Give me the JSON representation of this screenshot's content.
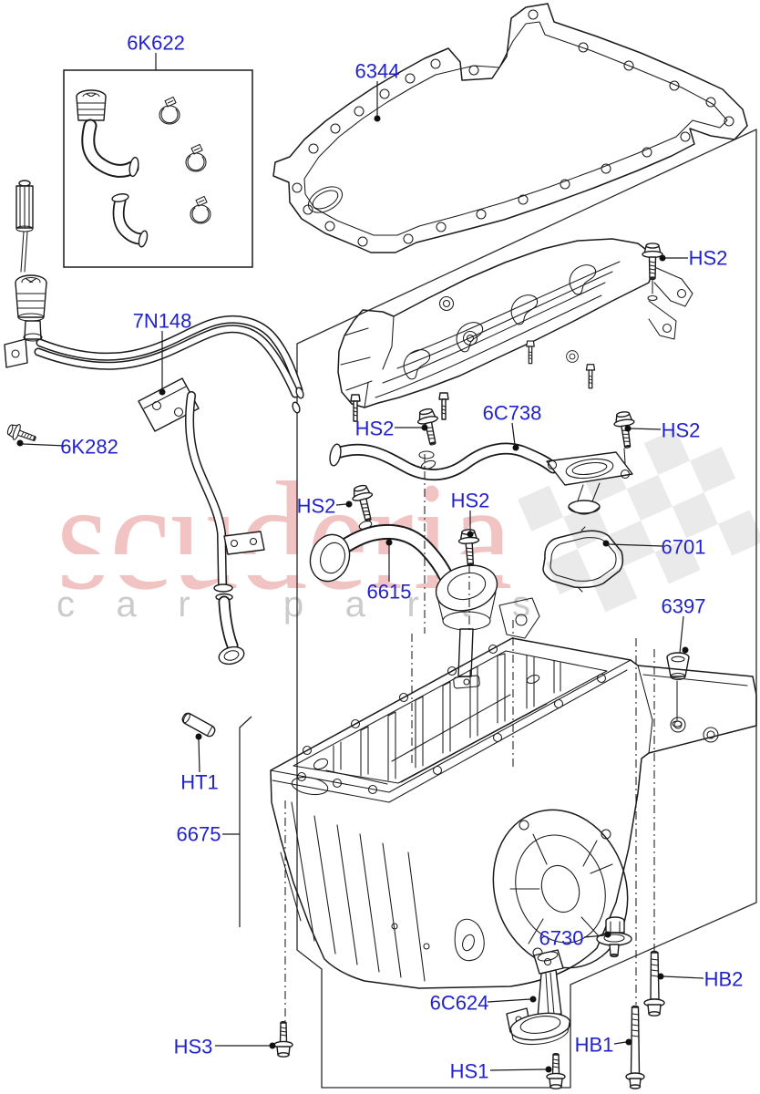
{
  "page": {
    "background": "#ffffff"
  },
  "colors": {
    "label_blue": "#2222cc",
    "line_black": "#1a1a1a",
    "watermark_pink": "#e89c9c",
    "watermark_gray": "#c6c6c6",
    "checker_gray": "#d9d9d9"
  },
  "watermark": {
    "brand": "scuderia",
    "tagline": "car parts"
  },
  "callouts": {
    "kit_6k622": {
      "label": "6K622"
    },
    "gasket_6344": {
      "label": "6344"
    },
    "tubes_7n148": {
      "label": "7N148"
    },
    "bolt_6k282": {
      "label": "6K282"
    },
    "hs2": {
      "label": "HS2"
    },
    "pickup_6c738": {
      "label": "6C738"
    },
    "tube_6615": {
      "label": "6615"
    },
    "gasket_6701": {
      "label": "6701"
    },
    "plug_6397": {
      "label": "6397"
    },
    "pin_ht1": {
      "label": "HT1"
    },
    "pan_6675": {
      "label": "6675"
    },
    "bolt_hs3": {
      "label": "HS3"
    },
    "plug_6730": {
      "label": "6730"
    },
    "sensor_6c624": {
      "label": "6C624"
    },
    "bolt_hs1": {
      "label": "HS1"
    },
    "bolt_hb1": {
      "label": "HB1"
    },
    "bolt_hb2": {
      "label": "HB2"
    }
  }
}
